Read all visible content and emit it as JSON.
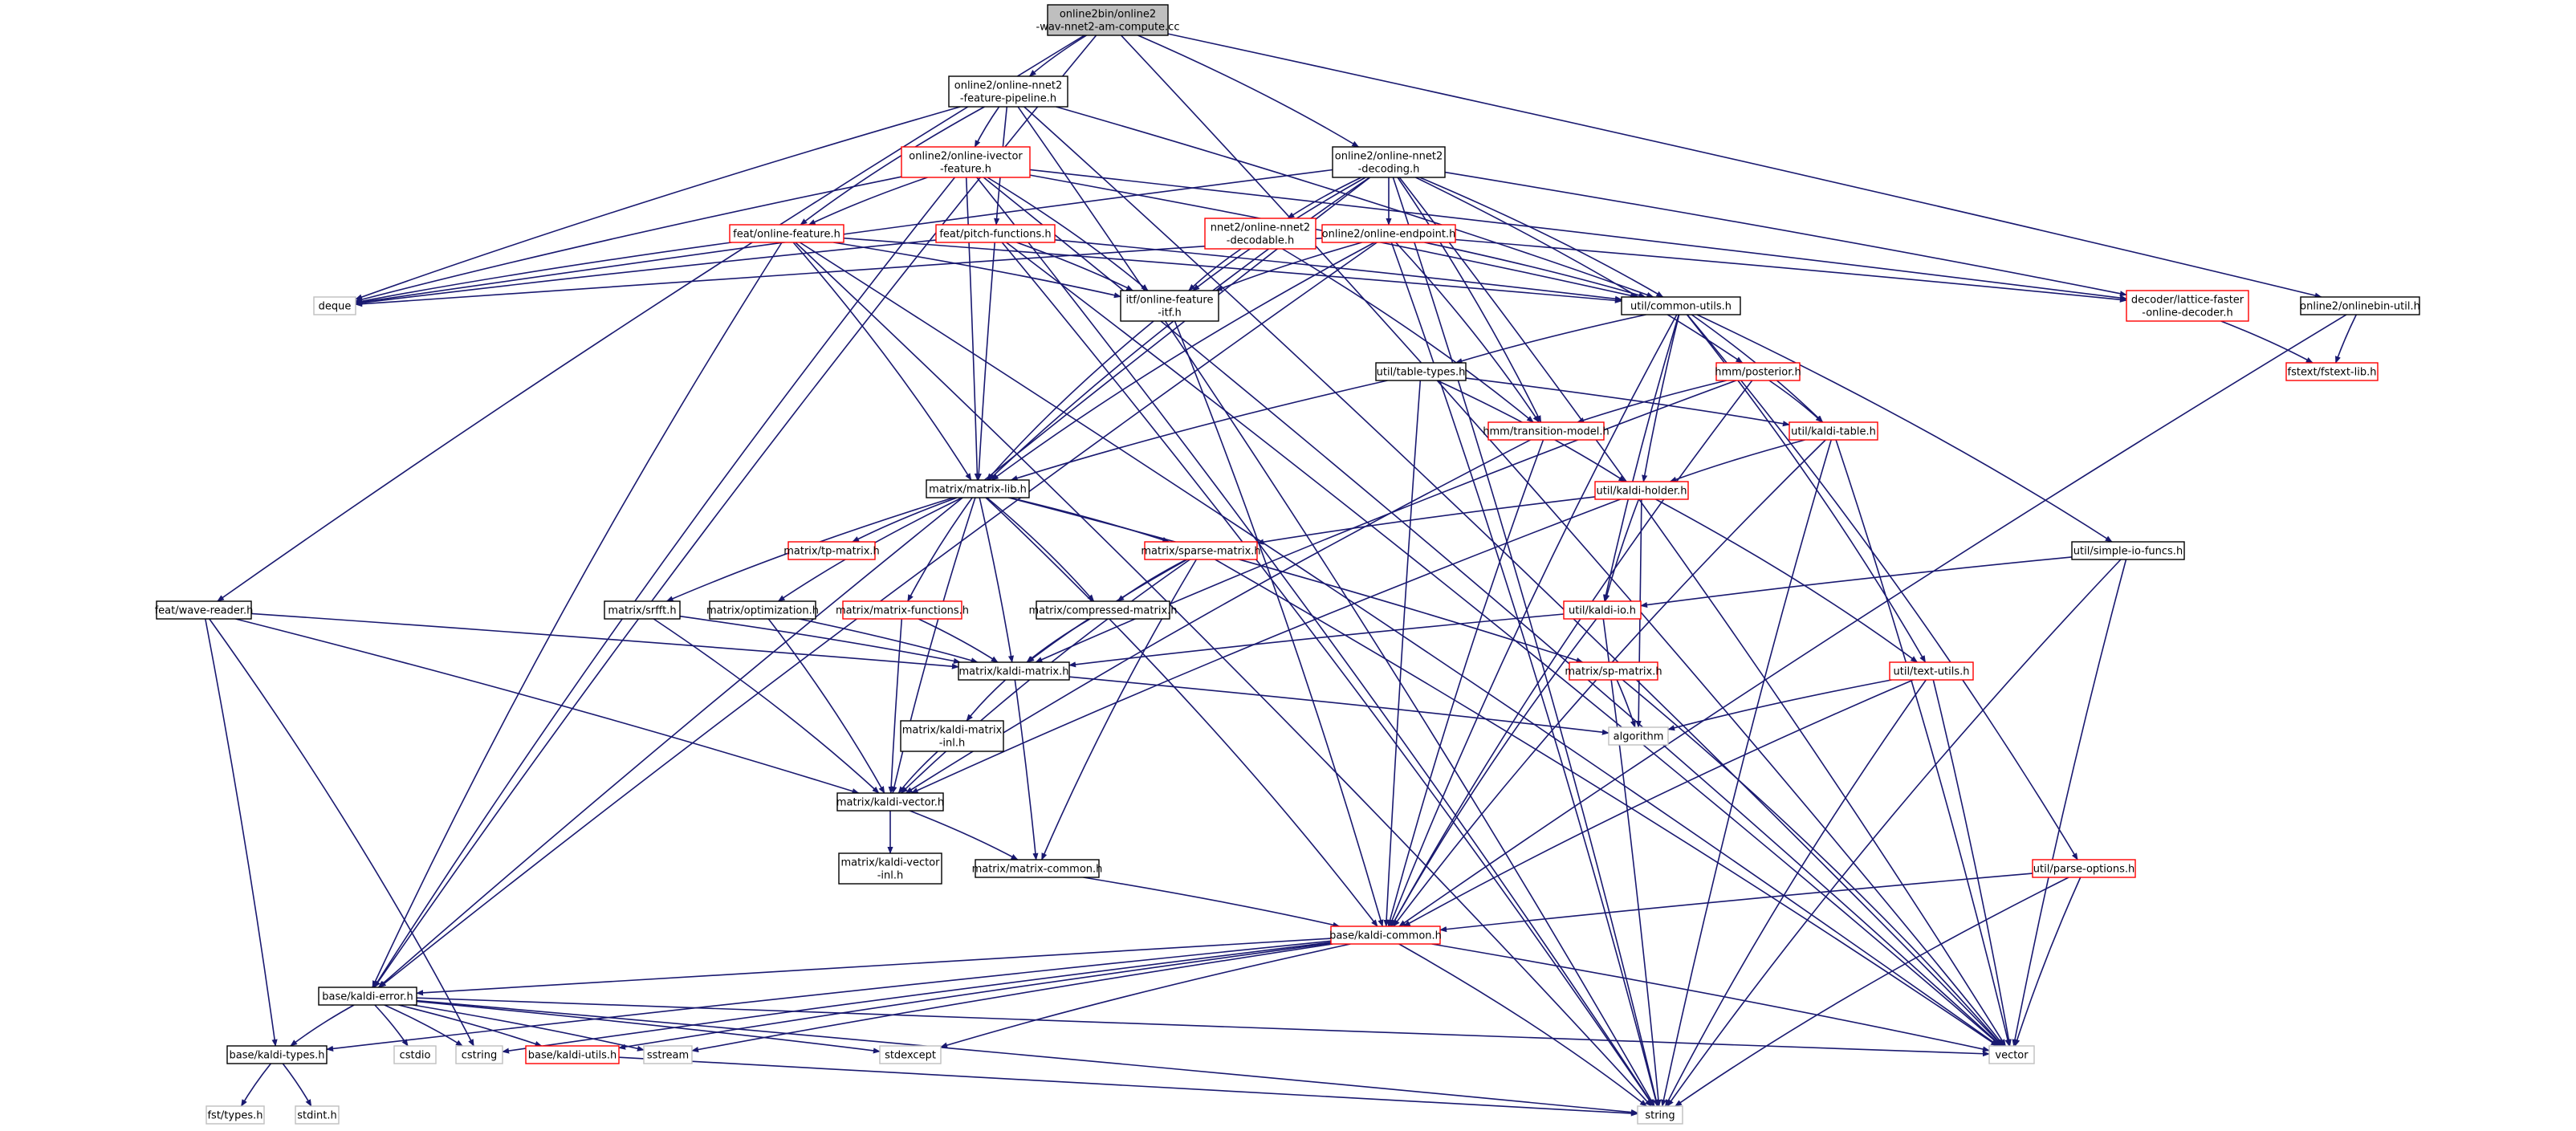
{
  "graph": {
    "nodes": [
      {
        "id": "root",
        "lines": [
          "online2bin/online2",
          "-wav-nnet2-am-compute.cc"
        ],
        "style": "root"
      },
      {
        "id": "pipeline",
        "lines": [
          "online2/online-nnet2",
          "-feature-pipeline.h"
        ],
        "style": "black"
      },
      {
        "id": "ivector",
        "lines": [
          "online2/online-ivector",
          "-feature.h"
        ],
        "style": "red"
      },
      {
        "id": "decoding",
        "lines": [
          "online2/online-nnet2",
          "-decoding.h"
        ],
        "style": "black"
      },
      {
        "id": "onlfeat",
        "lines": [
          "feat/online-feature.h"
        ],
        "style": "red"
      },
      {
        "id": "pitch",
        "lines": [
          "feat/pitch-functions.h"
        ],
        "style": "red"
      },
      {
        "id": "nnet2dec",
        "lines": [
          "nnet2/online-nnet2",
          "-decodable.h"
        ],
        "style": "red"
      },
      {
        "id": "endpoint",
        "lines": [
          "online2/online-endpoint.h"
        ],
        "style": "red"
      },
      {
        "id": "deque",
        "lines": [
          "deque"
        ],
        "style": "grey"
      },
      {
        "id": "itf",
        "lines": [
          "itf/online-feature",
          "-itf.h"
        ],
        "style": "black"
      },
      {
        "id": "commonutils",
        "lines": [
          "util/common-utils.h"
        ],
        "style": "black"
      },
      {
        "id": "latfaster",
        "lines": [
          "decoder/lattice-faster",
          "-online-decoder.h"
        ],
        "style": "red"
      },
      {
        "id": "onlinebinutil",
        "lines": [
          "online2/onlinebin-util.h"
        ],
        "style": "black"
      },
      {
        "id": "fstextlib",
        "lines": [
          "fstext/fstext-lib.h"
        ],
        "style": "red"
      },
      {
        "id": "tabletypes",
        "lines": [
          "util/table-types.h"
        ],
        "style": "black"
      },
      {
        "id": "posterior",
        "lines": [
          "hmm/posterior.h"
        ],
        "style": "red"
      },
      {
        "id": "transmodel",
        "lines": [
          "hmm/transition-model.h"
        ],
        "style": "red"
      },
      {
        "id": "kalditable",
        "lines": [
          "util/kaldi-table.h"
        ],
        "style": "red"
      },
      {
        "id": "matrixlib",
        "lines": [
          "matrix/matrix-lib.h"
        ],
        "style": "black"
      },
      {
        "id": "kaldiholder",
        "lines": [
          "util/kaldi-holder.h"
        ],
        "style": "red"
      },
      {
        "id": "tpmatrix",
        "lines": [
          "matrix/tp-matrix.h"
        ],
        "style": "red"
      },
      {
        "id": "sparsematrix",
        "lines": [
          "matrix/sparse-matrix.h"
        ],
        "style": "red"
      },
      {
        "id": "simpleio",
        "lines": [
          "util/simple-io-funcs.h"
        ],
        "style": "black"
      },
      {
        "id": "wavereader",
        "lines": [
          "feat/wave-reader.h"
        ],
        "style": "black"
      },
      {
        "id": "srfft",
        "lines": [
          "matrix/srfft.h"
        ],
        "style": "black"
      },
      {
        "id": "optimization",
        "lines": [
          "matrix/optimization.h"
        ],
        "style": "black"
      },
      {
        "id": "matrixfuncs",
        "lines": [
          "matrix/matrix-functions.h"
        ],
        "style": "red"
      },
      {
        "id": "compressed",
        "lines": [
          "matrix/compressed-matrix.h"
        ],
        "style": "black"
      },
      {
        "id": "kaldiio",
        "lines": [
          "util/kaldi-io.h"
        ],
        "style": "red"
      },
      {
        "id": "kaldimatrix",
        "lines": [
          "matrix/kaldi-matrix.h"
        ],
        "style": "black"
      },
      {
        "id": "spmatrix",
        "lines": [
          "matrix/sp-matrix.h"
        ],
        "style": "red"
      },
      {
        "id": "textutils",
        "lines": [
          "util/text-utils.h"
        ],
        "style": "red"
      },
      {
        "id": "kmatrixinl",
        "lines": [
          "matrix/kaldi-matrix",
          "-inl.h"
        ],
        "style": "black"
      },
      {
        "id": "algorithm",
        "lines": [
          "algorithm"
        ],
        "style": "grey"
      },
      {
        "id": "kaldivector",
        "lines": [
          "matrix/kaldi-vector.h"
        ],
        "style": "black"
      },
      {
        "id": "kvectorinl",
        "lines": [
          "matrix/kaldi-vector",
          "-inl.h"
        ],
        "style": "black"
      },
      {
        "id": "matrixcommon",
        "lines": [
          "matrix/matrix-common.h"
        ],
        "style": "black"
      },
      {
        "id": "parseoptions",
        "lines": [
          "util/parse-options.h"
        ],
        "style": "red"
      },
      {
        "id": "kaldicommon",
        "lines": [
          "base/kaldi-common.h"
        ],
        "style": "red"
      },
      {
        "id": "kaldierror",
        "lines": [
          "base/kaldi-error.h"
        ],
        "style": "black"
      },
      {
        "id": "kalditypes",
        "lines": [
          "base/kaldi-types.h"
        ],
        "style": "black"
      },
      {
        "id": "cstdio",
        "lines": [
          "cstdio"
        ],
        "style": "grey"
      },
      {
        "id": "cstring",
        "lines": [
          "cstring"
        ],
        "style": "grey"
      },
      {
        "id": "kaldiutils",
        "lines": [
          "base/kaldi-utils.h"
        ],
        "style": "red"
      },
      {
        "id": "sstream",
        "lines": [
          "sstream"
        ],
        "style": "grey"
      },
      {
        "id": "stdexcept",
        "lines": [
          "stdexcept"
        ],
        "style": "grey"
      },
      {
        "id": "vector",
        "lines": [
          "vector"
        ],
        "style": "grey"
      },
      {
        "id": "fsttypes",
        "lines": [
          "fst/types.h"
        ],
        "style": "grey"
      },
      {
        "id": "stdint",
        "lines": [
          "stdint.h"
        ],
        "style": "grey"
      },
      {
        "id": "string",
        "lines": [
          "string"
        ],
        "style": "grey"
      }
    ],
    "edges": [
      [
        "root",
        "pipeline"
      ],
      [
        "root",
        "decoding"
      ],
      [
        "root",
        "wavereader"
      ],
      [
        "root",
        "kaldierror"
      ],
      [
        "root",
        "onlinebinutil"
      ],
      [
        "root",
        "vector"
      ],
      [
        "pipeline",
        "ivector"
      ],
      [
        "pipeline",
        "onlfeat"
      ],
      [
        "pipeline",
        "pitch"
      ],
      [
        "pipeline",
        "deque"
      ],
      [
        "pipeline",
        "commonutils"
      ],
      [
        "pipeline",
        "string"
      ],
      [
        "pipeline",
        "vector"
      ],
      [
        "ivector",
        "onlfeat"
      ],
      [
        "ivector",
        "itf"
      ],
      [
        "ivector",
        "matrixlib"
      ],
      [
        "ivector",
        "commonutils"
      ],
      [
        "ivector",
        "latfaster"
      ],
      [
        "ivector",
        "deque"
      ],
      [
        "ivector",
        "string"
      ],
      [
        "ivector",
        "kaldierror"
      ],
      [
        "ivector",
        "vector"
      ],
      [
        "decoding",
        "nnet2dec"
      ],
      [
        "decoding",
        "endpoint"
      ],
      [
        "decoding",
        "itf"
      ],
      [
        "decoding",
        "commonutils"
      ],
      [
        "decoding",
        "latfaster"
      ],
      [
        "decoding",
        "transmodel"
      ],
      [
        "decoding",
        "matrixlib"
      ],
      [
        "decoding",
        "deque"
      ],
      [
        "decoding",
        "posterior"
      ],
      [
        "decoding",
        "vector"
      ],
      [
        "decoding",
        "string"
      ],
      [
        "decoding",
        "kaldierror"
      ],
      [
        "onlfeat",
        "itf"
      ],
      [
        "onlfeat",
        "matrixlib"
      ],
      [
        "onlfeat",
        "deque"
      ],
      [
        "onlfeat",
        "kaldierror"
      ],
      [
        "onlfeat",
        "string"
      ],
      [
        "onlfeat",
        "commonutils"
      ],
      [
        "onlfeat",
        "vector"
      ],
      [
        "pitch",
        "itf"
      ],
      [
        "pitch",
        "matrixlib"
      ],
      [
        "pitch",
        "deque"
      ],
      [
        "pitch",
        "string"
      ],
      [
        "pitch",
        "commonutils"
      ],
      [
        "pitch",
        "vector"
      ],
      [
        "nnet2dec",
        "itf"
      ],
      [
        "nnet2dec",
        "transmodel"
      ],
      [
        "endpoint",
        "transmodel"
      ],
      [
        "endpoint",
        "itf"
      ],
      [
        "endpoint",
        "commonutils"
      ],
      [
        "endpoint",
        "matrixlib"
      ],
      [
        "endpoint",
        "kaldierror"
      ],
      [
        "endpoint",
        "deque"
      ],
      [
        "endpoint",
        "latfaster"
      ],
      [
        "endpoint",
        "string"
      ],
      [
        "itf",
        "matrixlib"
      ],
      [
        "itf",
        "kaldicommon"
      ],
      [
        "commonutils",
        "tabletypes"
      ],
      [
        "commonutils",
        "kalditable"
      ],
      [
        "commonutils",
        "kaldiio"
      ],
      [
        "commonutils",
        "kaldiholder"
      ],
      [
        "commonutils",
        "simpleio"
      ],
      [
        "commonutils",
        "parseoptions"
      ],
      [
        "commonutils",
        "textutils"
      ],
      [
        "commonutils",
        "kaldicommon"
      ],
      [
        "onlinebinutil",
        "fstextlib"
      ],
      [
        "onlinebinutil",
        "kaldicommon"
      ],
      [
        "latfaster",
        "fstextlib"
      ],
      [
        "tabletypes",
        "matrixlib"
      ],
      [
        "tabletypes",
        "kalditable"
      ],
      [
        "tabletypes",
        "kaldiholder"
      ],
      [
        "tabletypes",
        "kaldicommon"
      ],
      [
        "posterior",
        "transmodel"
      ],
      [
        "posterior",
        "kalditable"
      ],
      [
        "posterior",
        "kaldicommon"
      ],
      [
        "posterior",
        "kaldimatrix"
      ],
      [
        "transmodel",
        "kaldivector"
      ],
      [
        "transmodel",
        "kaldicommon"
      ],
      [
        "kalditable",
        "kaldiholder"
      ],
      [
        "kalditable",
        "kaldicommon"
      ],
      [
        "kalditable",
        "string"
      ],
      [
        "kalditable",
        "vector"
      ],
      [
        "matrixlib",
        "tpmatrix"
      ],
      [
        "matrixlib",
        "sparsematrix"
      ],
      [
        "matrixlib",
        "srfft"
      ],
      [
        "matrixlib",
        "optimization"
      ],
      [
        "matrixlib",
        "matrixfuncs"
      ],
      [
        "matrixlib",
        "compressed"
      ],
      [
        "matrixlib",
        "kaldimatrix"
      ],
      [
        "matrixlib",
        "kaldivector"
      ],
      [
        "matrixlib",
        "spmatrix"
      ],
      [
        "matrixlib",
        "kaldicommon"
      ],
      [
        "kaldiholder",
        "sparsematrix"
      ],
      [
        "kaldiholder",
        "kaldiio"
      ],
      [
        "kaldiholder",
        "textutils"
      ],
      [
        "kaldiholder",
        "kaldivector"
      ],
      [
        "kaldiholder",
        "algorithm"
      ],
      [
        "sparsematrix",
        "compressed"
      ],
      [
        "sparsematrix",
        "kaldimatrix"
      ],
      [
        "sparsematrix",
        "kaldivector"
      ],
      [
        "sparsematrix",
        "matrixcommon"
      ],
      [
        "sparsematrix",
        "vector"
      ],
      [
        "simpleio",
        "kaldiio"
      ],
      [
        "simpleio",
        "vector"
      ],
      [
        "simpleio",
        "string"
      ],
      [
        "wavereader",
        "kaldimatrix"
      ],
      [
        "wavereader",
        "kaldivector"
      ],
      [
        "wavereader",
        "kalditypes"
      ],
      [
        "wavereader",
        "cstring"
      ],
      [
        "srfft",
        "kaldimatrix"
      ],
      [
        "srfft",
        "kaldivector"
      ],
      [
        "optimization",
        "kaldimatrix"
      ],
      [
        "optimization",
        "kaldivector"
      ],
      [
        "matrixfuncs",
        "kaldimatrix"
      ],
      [
        "matrixfuncs",
        "kaldivector"
      ],
      [
        "compressed",
        "kaldimatrix"
      ],
      [
        "kaldiio",
        "kaldimatrix"
      ],
      [
        "kaldiio",
        "kaldicommon"
      ],
      [
        "kaldiio",
        "string"
      ],
      [
        "kaldimatrix",
        "kmatrixinl"
      ],
      [
        "kaldimatrix",
        "matrixcommon"
      ],
      [
        "kaldimatrix",
        "algorithm"
      ],
      [
        "spmatrix",
        "algorithm"
      ],
      [
        "spmatrix",
        "vector"
      ],
      [
        "textutils",
        "algorithm"
      ],
      [
        "textutils",
        "kaldicommon"
      ],
      [
        "textutils",
        "vector"
      ],
      [
        "textutils",
        "string"
      ],
      [
        "kmatrixinl",
        "kaldivector"
      ],
      [
        "kaldivector",
        "kvectorinl"
      ],
      [
        "kaldivector",
        "matrixcommon"
      ],
      [
        "matrixcommon",
        "kaldicommon"
      ],
      [
        "parseoptions",
        "kaldicommon"
      ],
      [
        "parseoptions",
        "vector"
      ],
      [
        "parseoptions",
        "string"
      ],
      [
        "kaldicommon",
        "kaldierror"
      ],
      [
        "kaldicommon",
        "kalditypes"
      ],
      [
        "kaldicommon",
        "cstring"
      ],
      [
        "kaldicommon",
        "kaldiutils"
      ],
      [
        "kaldicommon",
        "sstream"
      ],
      [
        "kaldicommon",
        "stdexcept"
      ],
      [
        "kaldicommon",
        "vector"
      ],
      [
        "kaldicommon",
        "string"
      ],
      [
        "kaldierror",
        "kalditypes"
      ],
      [
        "kaldierror",
        "kaldiutils"
      ],
      [
        "kaldierror",
        "cstdio"
      ],
      [
        "kaldierror",
        "cstring"
      ],
      [
        "kaldierror",
        "sstream"
      ],
      [
        "kaldierror",
        "stdexcept"
      ],
      [
        "kaldierror",
        "vector"
      ],
      [
        "kaldierror",
        "string"
      ],
      [
        "kalditypes",
        "fsttypes"
      ],
      [
        "kalditypes",
        "stdint"
      ],
      [
        "kaldiutils",
        "string"
      ]
    ]
  }
}
